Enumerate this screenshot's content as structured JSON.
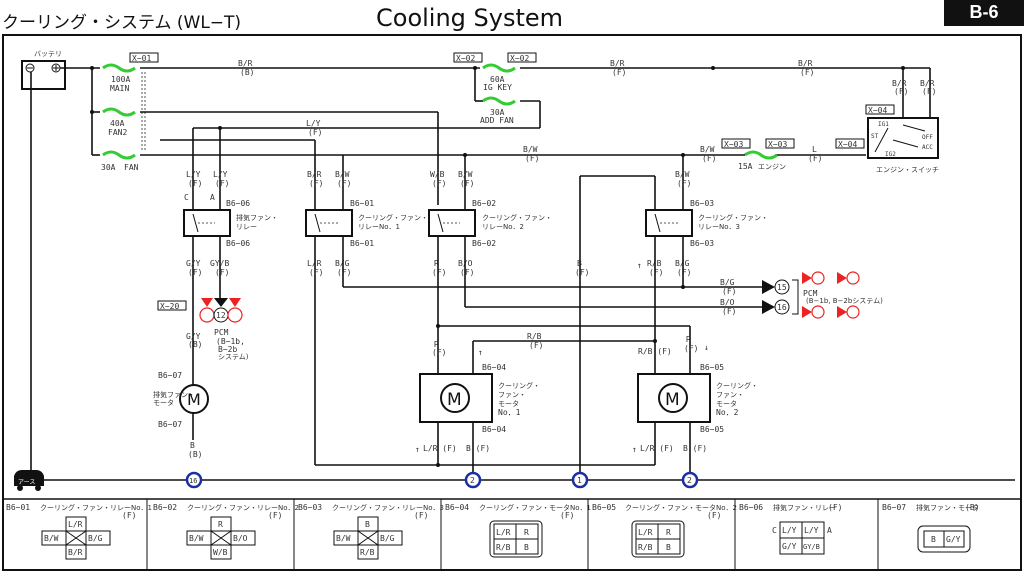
{
  "header": {
    "title_jp": "クーリング・システム (WL−T)",
    "title": "Cooling System",
    "page_code": "B-6"
  },
  "components": {
    "battery": "バッテリ",
    "engine_switch": "エンジン・スイッチ",
    "ground": "アース",
    "pcm_upper": "PCM",
    "pcm_upper_ref": "(B−1b, B−2bシステム)",
    "pcm_left": "PCM",
    "pcm_left_ref1": "(B−1b,",
    "pcm_left_ref2": "B−2b",
    "pcm_left_ref3": "システム)",
    "exhaust_fan_relay": [
      "排気ファン・",
      "リレー"
    ],
    "relay1": [
      "クーリング・ファン・",
      "リレーNo．1"
    ],
    "relay2": [
      "クーリング・ファン・",
      "リレーNo．2"
    ],
    "relay3": [
      "クーリング・ファン・",
      "リレーNo．3"
    ],
    "motor1": [
      "クーリング・",
      "ファン・",
      "モータ",
      "No．1"
    ],
    "motor2": [
      "クーリング・",
      "ファン・",
      "モータ",
      "No．2"
    ],
    "exhaust_motor": [
      "排気ファン・",
      "モータ"
    ],
    "switch_positions": [
      "IG1",
      "ST",
      "OFF",
      "ACC",
      "IG2"
    ]
  },
  "fuses": [
    {
      "rating": "100A",
      "name": "MAIN"
    },
    {
      "rating": "40A",
      "name": "FAN2"
    },
    {
      "rating": "30A",
      "name": "FAN"
    },
    {
      "rating": "60A",
      "name": "IG KEY"
    },
    {
      "rating": "30A",
      "name": "ADD FAN"
    },
    {
      "rating": "15A",
      "name": "エンジン"
    }
  ],
  "connectors": {
    "x01": "X−01",
    "x02": "X−02",
    "x03": "X−03",
    "x04": "X−04",
    "x20": "X−20",
    "b601": "B6−01",
    "b602": "B6−02",
    "b603": "B6−03",
    "b604": "B6−04",
    "b605": "B6−05",
    "b606": "B6−06",
    "b607": "B6−07"
  },
  "wires": {
    "br": "B/R",
    "bw": "B/W",
    "ly": "L/Y",
    "wb": "W/B",
    "l": "L",
    "gy": "G/Y",
    "gyb": "GY/B",
    "lr": "L/R",
    "bg": "B/G",
    "r": "R",
    "bo": "B/O",
    "b": "B",
    "rb": "R/B",
    "f": "(F)",
    "bb": "(B)",
    "lr_f": "L/R (F)",
    "b_f": "B (F)",
    "rb_f": "R/B (F)"
  },
  "pins": {
    "c": "C",
    "a": "A",
    "pcm15": "15",
    "pcm16": "16",
    "pcm12": "12"
  },
  "grounds": [
    "16",
    "2",
    "1",
    "2"
  ],
  "motor_symbol": "M",
  "connector_views": [
    {
      "id": "B6−01",
      "name": "クーリング・ファン・リレーNo．1",
      "side": "(F)",
      "top": "L/R",
      "left": "B/W",
      "right": "B/G",
      "bottom": "B/R"
    },
    {
      "id": "B6−02",
      "name": "クーリング・ファン・リレーNo．2",
      "side": "(F)",
      "top": "R",
      "left": "B/W",
      "right": "B/O",
      "bottom": "W/B"
    },
    {
      "id": "B6−03",
      "name": "クーリング・ファン・リレーNo．3",
      "side": "(F)",
      "top": "B",
      "left": "B/W",
      "right": "B/G",
      "bottom": "R/B"
    },
    {
      "id": "B6−04",
      "name": "クーリング・ファン・モータNo．1",
      "side": "(F)",
      "cells": [
        "L/R",
        "R",
        "R/B",
        "B"
      ]
    },
    {
      "id": "B6−05",
      "name": "クーリング・ファン・モータNo．2",
      "side": "(F)",
      "cells": [
        "L/R",
        "R",
        "R/B",
        "B"
      ]
    },
    {
      "id": "B6−06",
      "name": "排気ファン・リレー",
      "side": "(F)",
      "cells": [
        "L/Y",
        "L/Y",
        "G/Y",
        "GY/B"
      ],
      "pin_left": "C",
      "pin_right": "A"
    },
    {
      "id": "B6−07",
      "name": "排気ファン・モータ",
      "side": "(B)",
      "cells": [
        "B",
        "G/Y"
      ]
    }
  ]
}
